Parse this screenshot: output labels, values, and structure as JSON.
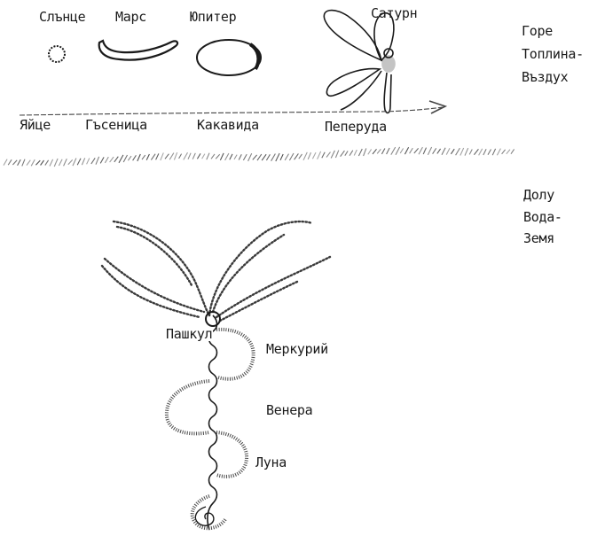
{
  "top_row": {
    "planets": [
      "Слънце",
      "Марс",
      "Юпитер",
      "Сатурн"
    ],
    "stages": [
      "Яйце",
      "Гъсеница",
      "Какавида",
      "Пеперуда"
    ]
  },
  "upper_realm": [
    "Горе",
    "Топлина-",
    "Въздух"
  ],
  "lower_realm": [
    "Долу",
    "Вода-",
    "Земя"
  ],
  "lower_figure": [
    "Пашкул",
    "Меркурий",
    "Венера",
    "Луна"
  ],
  "colors": {
    "ink": "#1a1a1a",
    "pencil": "#3a3a3a",
    "paper": "#ffffff"
  }
}
